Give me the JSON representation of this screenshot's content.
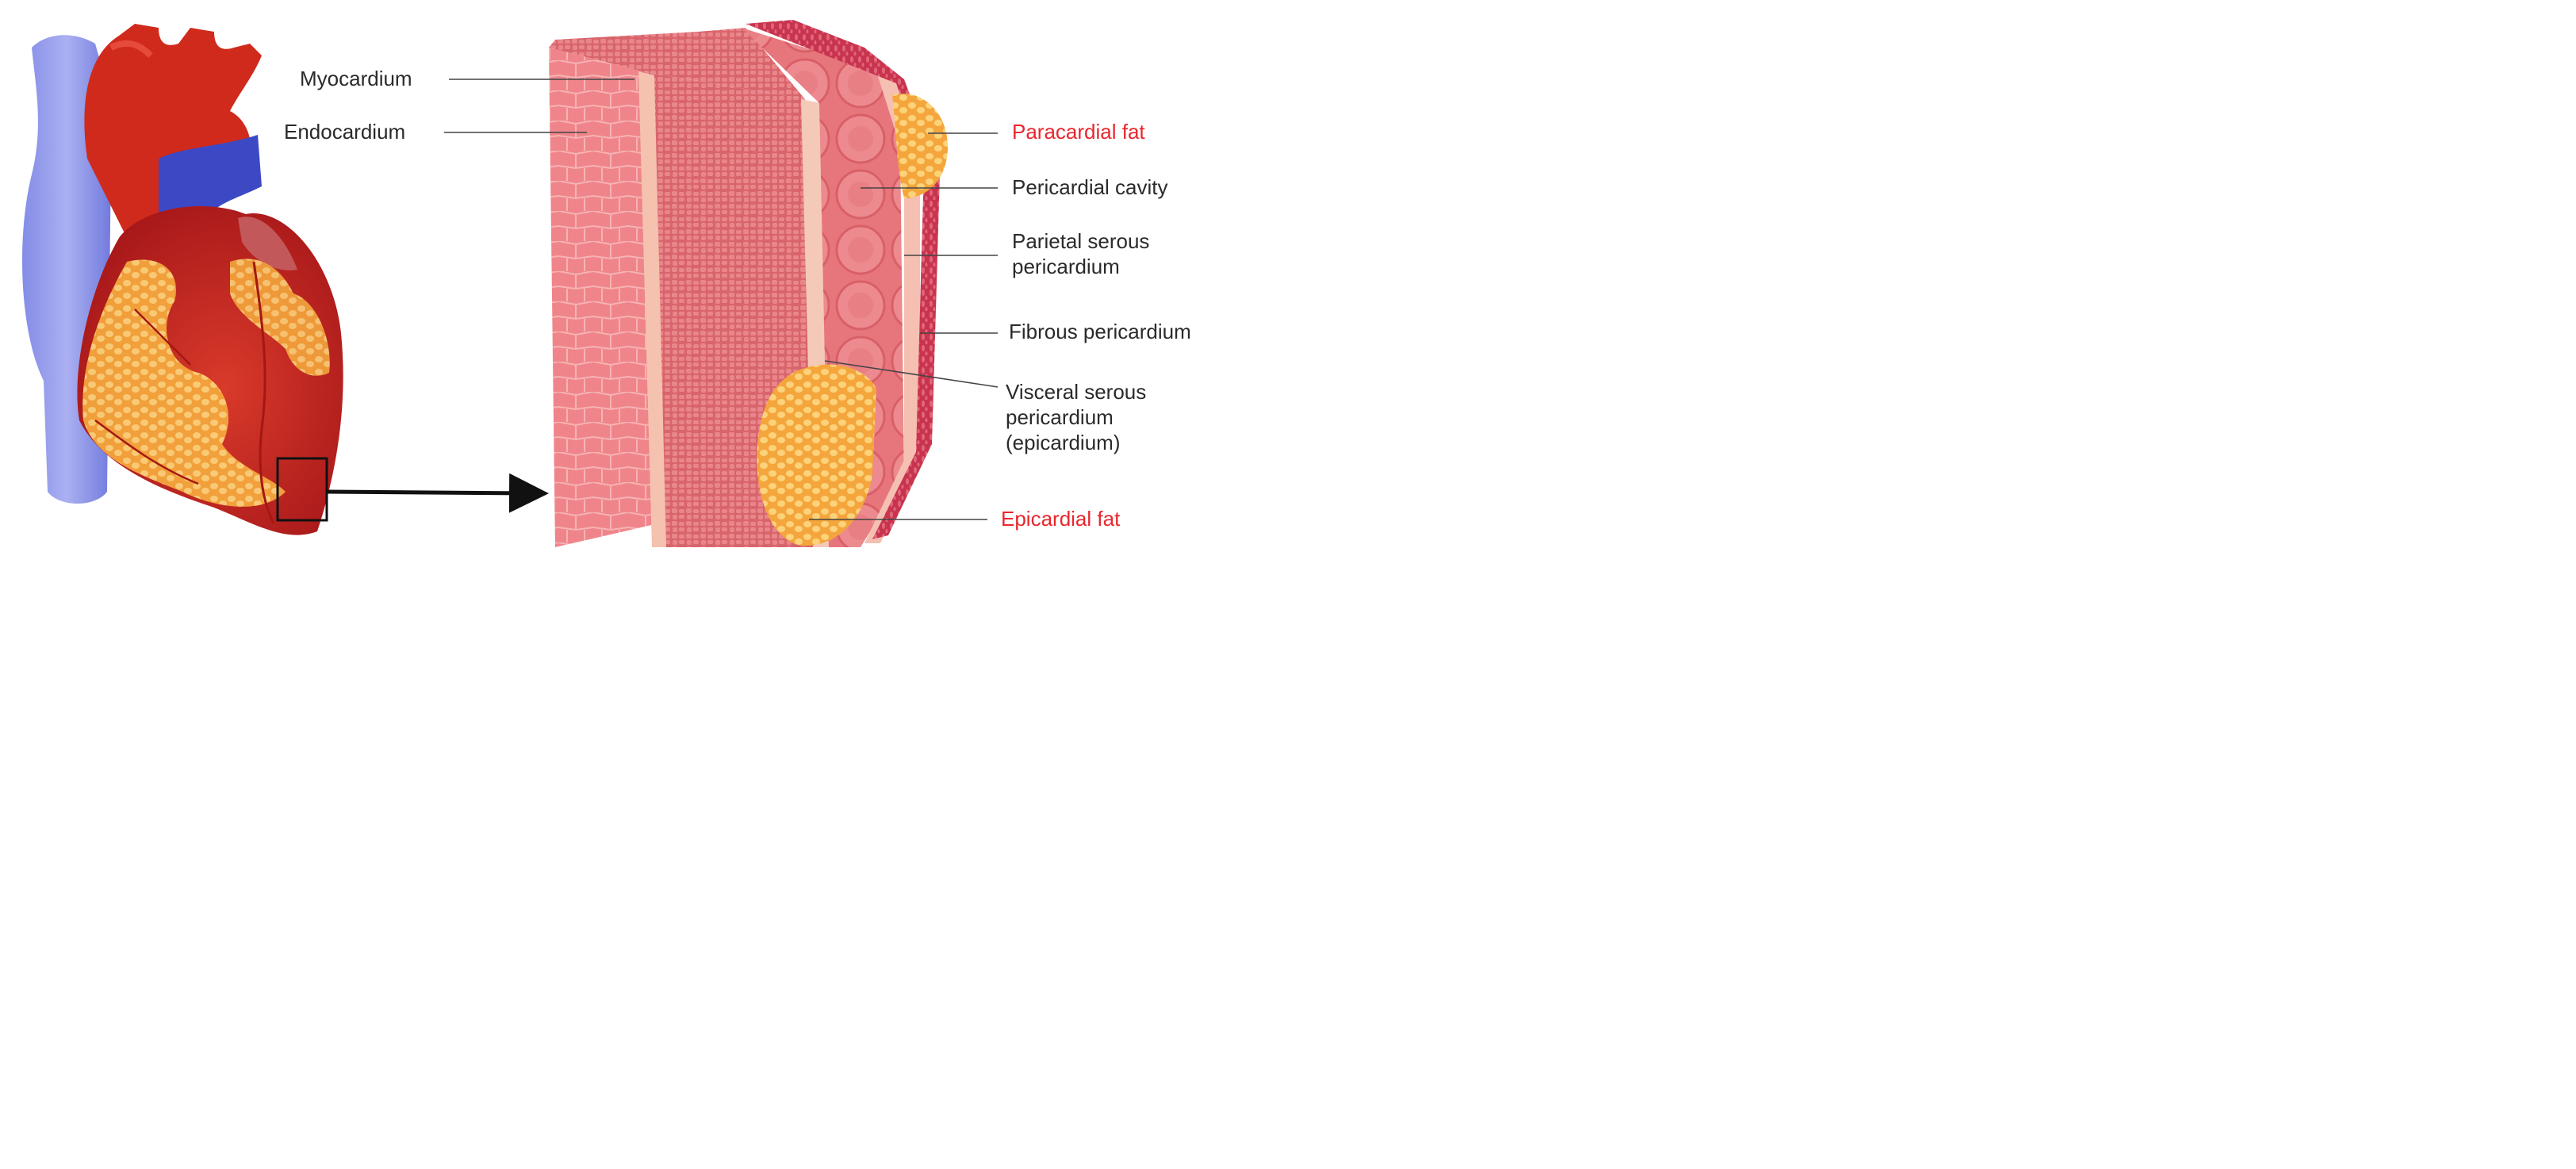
{
  "labels": {
    "myocardium": "Myocardium",
    "endocardium": "Endocardium",
    "paracardial_fat": "Paracardial fat",
    "pericardial_cavity": "Pericardial cavity",
    "parietal_line1": "Parietal serous",
    "parietal_line2": "pericardium",
    "fibrous_pericardium": "Fibrous pericardium",
    "visceral_line1": "Visceral serous",
    "visceral_line2": "pericardium",
    "visceral_line3": "(epicardium)",
    "epicardial_fat": "Epicardial fat"
  },
  "colors": {
    "label_text": "#2a2a2a",
    "fat_label_text": "#e8262d",
    "vein_blue": "#3d49c4",
    "artery_red": "#d0231b",
    "heart_red": "#c82a22",
    "fat_yellow": "#f6b04a",
    "myocardium_pink": "#e8737a",
    "endocardium_pink": "#f29aa0",
    "pericardium_pink": "#f3c0b8",
    "fibrous_dark": "#c8344e"
  },
  "icons": {
    "heart": "heart-illustration",
    "zoom_box": "zoom-box-icon",
    "arrow": "arrow-right-icon"
  }
}
